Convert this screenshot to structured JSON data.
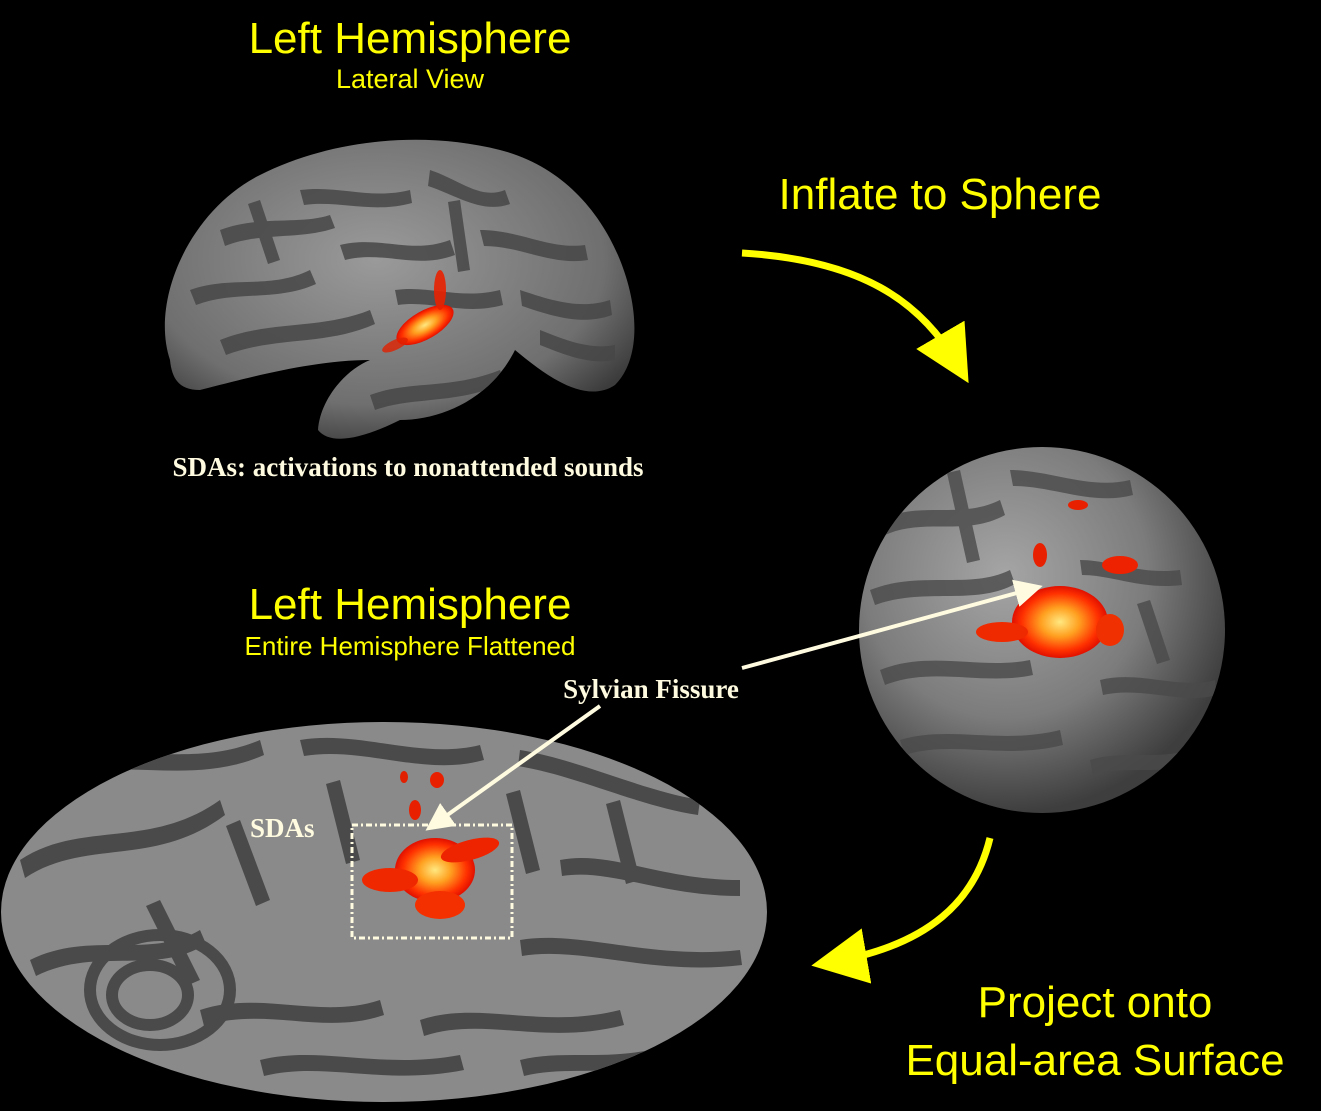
{
  "lateral": {
    "title": "Left Hemisphere",
    "subtitle": "Lateral View"
  },
  "flat": {
    "title": "Left Hemisphere",
    "subtitle": "Entire Hemisphere Flattened"
  },
  "steps": {
    "inflate": "Inflate to Sphere",
    "project_line1": "Project onto",
    "project_line2": "Equal-area Surface"
  },
  "captions": {
    "sdas_activations": "SDAs: activations to nonattended sounds",
    "sylvian_fissure": "Sylvian Fissure",
    "sdas_label": "SDAs"
  },
  "colors": {
    "background": "#000000",
    "title_text": "#ffff00",
    "annotation_text": "#fffbe0",
    "gyri": "#8a8a8a",
    "sulci": "#4a4a4a",
    "activation_low": "#ff2000",
    "activation_high": "#ffe060"
  },
  "icons": [
    "yellow-curved-arrow",
    "pointer-arrow",
    "dotted-roi-box"
  ]
}
